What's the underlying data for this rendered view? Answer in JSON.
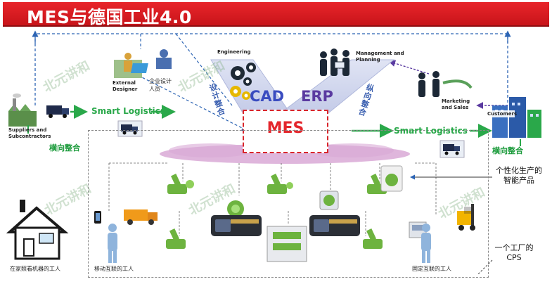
{
  "title": "MES与德国工业4.0",
  "labels": {
    "engineering": "Engineering",
    "cad": "CAD",
    "erp": "ERP",
    "management": "Management and Planning",
    "marketing": "Marketing and Sales",
    "customers": "Customers",
    "external_designer": "External Designer",
    "enterprise_designer": "企业设计人员",
    "suppliers": "Suppliers and Subcontractors",
    "smart_logistics_left": "Smart Logistics",
    "smart_logistics_right": "Smart Logistics",
    "horizontal_left": "横向整合",
    "horizontal_right": "横向整合",
    "design_integration": "设计整合",
    "vertical_integration": "纵向整合",
    "mes": "MES",
    "personalized": "个性化生产的智能产品",
    "factory_cps": "一个工厂的CPS",
    "home_worker": "在家照看机器的工人",
    "mobile_worker": "移动互联的工人",
    "fixed_worker": "固定互联的工人"
  },
  "watermark": "北元讲和",
  "colors": {
    "title_red": "#d61c22",
    "mes_red": "#e3262c",
    "green": "#2aa84a",
    "blue_dash": "#2c64b4",
    "purple": "#5a3aa0",
    "cloud": "#d9a9d6"
  },
  "icons": [
    "factory-icon",
    "truck-icon",
    "gear-icon",
    "people-icon",
    "house-icon",
    "robot-arm-icon",
    "phone-icon",
    "forklift-icon",
    "buildings-icon"
  ]
}
